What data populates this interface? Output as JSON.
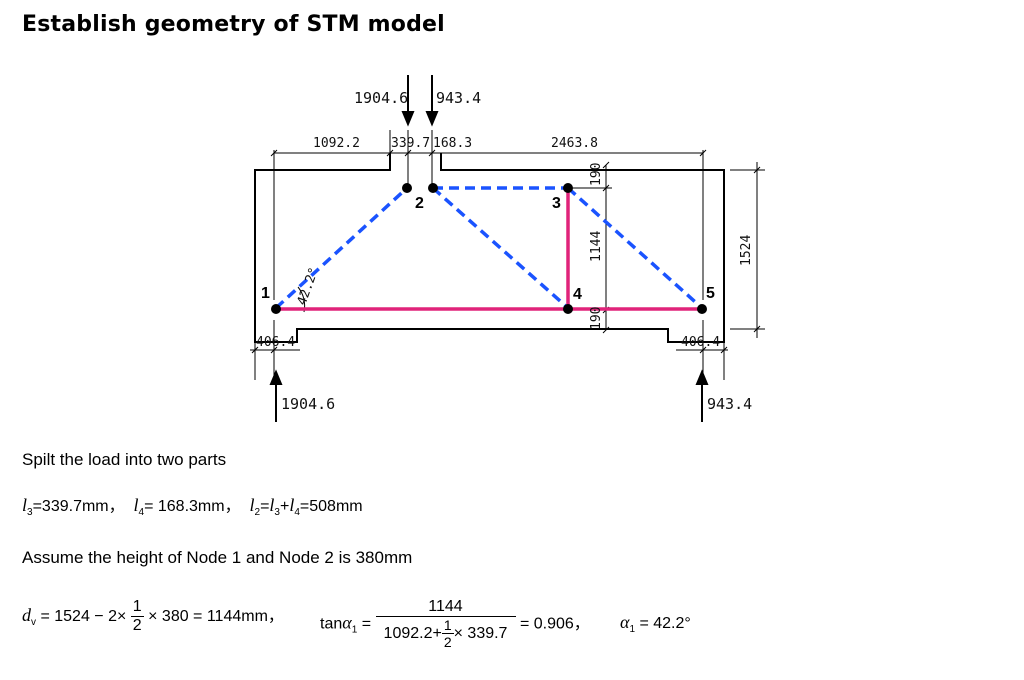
{
  "title": "Establish geometry of STM model",
  "loads": {
    "top_left": "1904.6",
    "top_right": "943.4",
    "bottom_left": "1904.6",
    "bottom_right": "943.4"
  },
  "dimensions": {
    "d1092": "1092.2",
    "d339": "339.7",
    "d168": "168.3",
    "d2463": "2463.8",
    "d190_top": "190",
    "d1144": "1144",
    "d190_bot": "190",
    "d1524": "1524",
    "d406_left": "406.4",
    "d406_right": "406.4"
  },
  "nodes": {
    "n1": "1",
    "n2": "2",
    "n3": "3",
    "n4": "4",
    "n5": "5"
  },
  "angle_label": "42.2°",
  "colors": {
    "strut": "#1a53ff",
    "tie": "#e0237a",
    "outline": "#000000"
  },
  "text": {
    "split": "Spilt the load into two parts",
    "assume": "Assume the height of Node 1 and Node 2 is 380mm"
  },
  "eq1": {
    "l3_val": "=339.7mm，",
    "l4_val": "= 168.3mm，",
    "l2_val": "=",
    "l2_plus": "+",
    "l2_result": "=508mm"
  },
  "eq2": {
    "dv_lhs": "= 1524 − 2×",
    "frac_num": "1",
    "frac_den": "2",
    "dv_rhs": "× 380 = 1144mm，",
    "tan_lhs": "tan",
    "tan_num": "1144",
    "tan_den_a": "1092.2+",
    "tan_den_b": "× 339.7",
    "tan_rhs": "= 0.906，",
    "alpha_rhs": "= 42.2°"
  }
}
